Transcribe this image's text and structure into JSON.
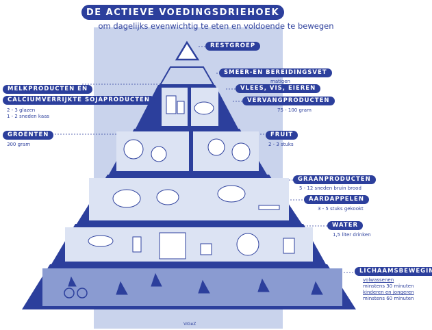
{
  "header": {
    "title": "DE ACTIEVE VOEDINGSDRIEHOEK",
    "subtitle": "om dagelijks evenwichtig te eten en voldoende te bewegen"
  },
  "labels": {
    "restgroep": "RESTGROEP",
    "smeer": "SMEER-EN BEREIDINGSVET",
    "smeer_note": "matigen",
    "melk_1": "MELKPRODUCTEN EN",
    "melk_2": "CALCIUMVERRIJKTE SOJAPRODUCTEN",
    "melk_note_1": "2 - 3 glazen",
    "melk_note_2": "1 - 2 sneden kaas",
    "vlees": "VLEES, VIS, EIEREN",
    "vervang": "VERVANGPRODUCTEN",
    "vervang_note": "75 - 100 gram",
    "groenten": "GROENTEN",
    "groenten_note": "300 gram",
    "fruit": "FRUIT",
    "fruit_note": "2 - 3 stuks",
    "graan": "GRAANPRODUCTEN",
    "graan_note": "5 - 12 sneden bruin brood",
    "aardappelen": "AARDAPPELEN",
    "aard_note": "3 - 5 stuks gekookt",
    "water": "WATER",
    "water_note": "1,5 liter drinken",
    "beweging": "LICHAAMSBEWEGING",
    "bew_note_1": "volwassenen",
    "bew_note_2": "minstens 30 minuten",
    "bew_note_3": "kinderen en jongeren",
    "bew_note_4": "minstens 60 minuten"
  },
  "footer": {
    "credit": "VIGeZ"
  },
  "colors": {
    "dark_blue": "#2c3f9c",
    "light_blue": "#c9d3ec",
    "mid_blue": "#8a9bd1"
  }
}
